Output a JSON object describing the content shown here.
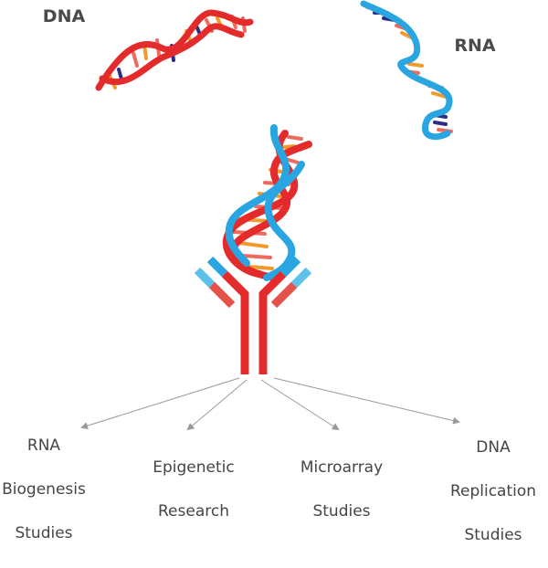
{
  "labels": {
    "dna": "DNA",
    "rna": "RNA"
  },
  "applications": [
    {
      "line1": "RNA",
      "line2": "Biogenesis",
      "line3": "Studies"
    },
    {
      "line1": "",
      "line2": "Epigenetic",
      "line3": "Research"
    },
    {
      "line1": "",
      "line2": "Microarray",
      "line3": "Studies"
    },
    {
      "line1": "DNA",
      "line2": "Replication",
      "line3": "Studies"
    }
  ],
  "colors": {
    "dna_strand": "#e32b2b",
    "rna_strand": "#29a6e2",
    "rung_orange": "#f39a2d",
    "rung_pink": "#ef6a5e",
    "rung_navy": "#2b2d83",
    "antibody_red": "#e32b2b",
    "antibody_light_blue": "#5ec1ea",
    "antibody_salmon": "#e4524a",
    "arrow": "#999999"
  }
}
